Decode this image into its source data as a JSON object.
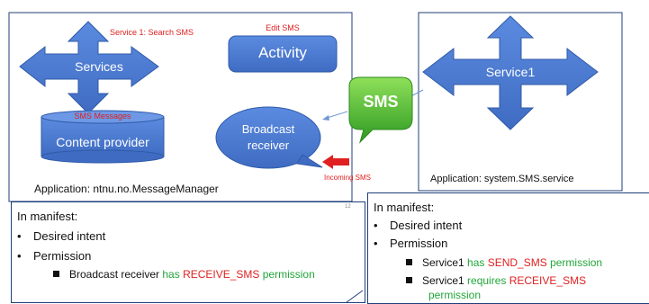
{
  "app1": {
    "label": "Application: ntnu.no.MessageManager",
    "services": {
      "label": "Services",
      "annotation": "Service 1: Search SMS"
    },
    "activity": {
      "label": "Activity",
      "annotation": "Edit SMS"
    },
    "content_provider": {
      "label": "Content provider",
      "annotation": "SMS Messages"
    },
    "broadcast_receiver": {
      "label_line1": "Broadcast",
      "label_line2": "receiver"
    },
    "incoming": "Incoming SMS"
  },
  "app2": {
    "label": "Application: system.SMS.service",
    "service1": {
      "label": "Service1"
    }
  },
  "sms_icon": {
    "label": "SMS",
    "icon": "sms-chat-bubble-icon"
  },
  "note_left": {
    "page_num": "12",
    "title": "In manifest:",
    "bullets": [
      "Desired intent",
      "Permission"
    ],
    "sub": {
      "subject": "Broadcast receiver",
      "verb": " has ",
      "perm": "RECEIVE_SMS",
      "suffix": " permission"
    }
  },
  "note_right": {
    "title": "In manifest:",
    "bullets": [
      "Desired intent",
      "Permission"
    ],
    "sub1": {
      "subject": "Service1",
      "verb": " has ",
      "perm": "SEND_SMS",
      "suffix": " permission"
    },
    "sub2": {
      "subject": "Service1",
      "verb": " requires ",
      "perm": "RECEIVE_SMS",
      "suffix": "permission"
    }
  },
  "colors": {
    "shape_blue": "#4a7bd0",
    "frame_blue": "#1f3f7a",
    "annotation_red": "#e02020",
    "permission_green": "#22a63a",
    "sms_green": "#3fb52e"
  }
}
